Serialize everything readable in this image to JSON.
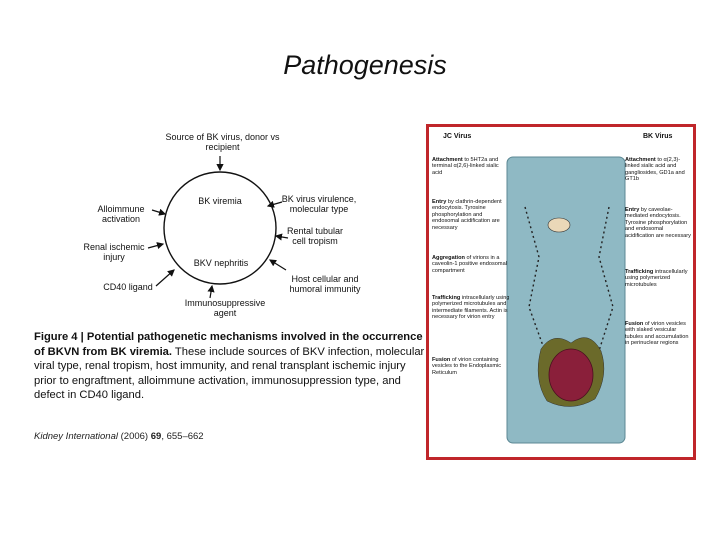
{
  "slide": {
    "title": "Pathogenesis"
  },
  "left_figure": {
    "nodes": {
      "source": "Source of BK virus, donor vs recipient",
      "viremia": "BK viremia",
      "virulence": "BK virus virulence, molecular type",
      "alloimmune": "Alloimmune activation",
      "tropism": "Rental tubular cell tropism",
      "ischemic": "Renal ischemic injury",
      "nephritis": "BKV nephritis",
      "host": "Host cellular and humoral immunity",
      "cd40": "CD40 ligand",
      "immuno": "Immunosuppressive agent"
    },
    "caption": {
      "heading": "Figure 4 | Potential pathogenetic mechanisms involved in the occurrence of BKVN from BK viremia.",
      "body": " These include sources of BKV infection, molecular viral type, renal tropism, host immunity, and renal transplant ischemic injury prior to engraftment, alloimmune activation, immunosuppression type, and defect in CD40 ligand."
    },
    "citation": {
      "journal": "Kidney International",
      "year": "(2006)",
      "volume": "69",
      "pages": ", 655–662"
    }
  },
  "right_figure": {
    "headers": {
      "left": "JC Virus",
      "right": "BK Virus"
    },
    "left_steps": [
      {
        "title": "Attachment",
        "text": " to 5HT2a and terminal α(2,6)-linked sialic acid"
      },
      {
        "title": "Entry",
        "text": " by clathrin-dependent endocytosis. Tyrosine phosphorylation and endosomal acidification are necessary"
      },
      {
        "title": "Aggregation",
        "text": " of virions in a caveolin-1 positive endosomal compartment"
      },
      {
        "title": "Trafficking",
        "text": " intracellularly using polymerized microtubules and intermediate filaments. Actin is necessary for virion entry"
      },
      {
        "title": "Fusion",
        "text": " of virion containing vesicles to the Endoplasmic Reticulum"
      }
    ],
    "right_steps": [
      {
        "title": "Attachment",
        "text": " to α(2,3)-linked sialic acid and gangliosides, GD1a and GT1b"
      },
      {
        "title": "Entry",
        "text": " by caveolae-mediated endocytosis. Tyrosine phosphorylation and endosomal acidification are necessary"
      },
      {
        "title": "Trafficking",
        "text": " intracellularly using polymerized microtubules"
      },
      {
        "title": "Fusion",
        "text": " of virion vesicles with slaked vesicular tubules and accumulation in perinuclear regions"
      }
    ],
    "colors": {
      "border": "#c0262a",
      "cell": "#8fb9c4",
      "nucleus": "#8a1f3a",
      "er": "#6b6a2a"
    }
  }
}
